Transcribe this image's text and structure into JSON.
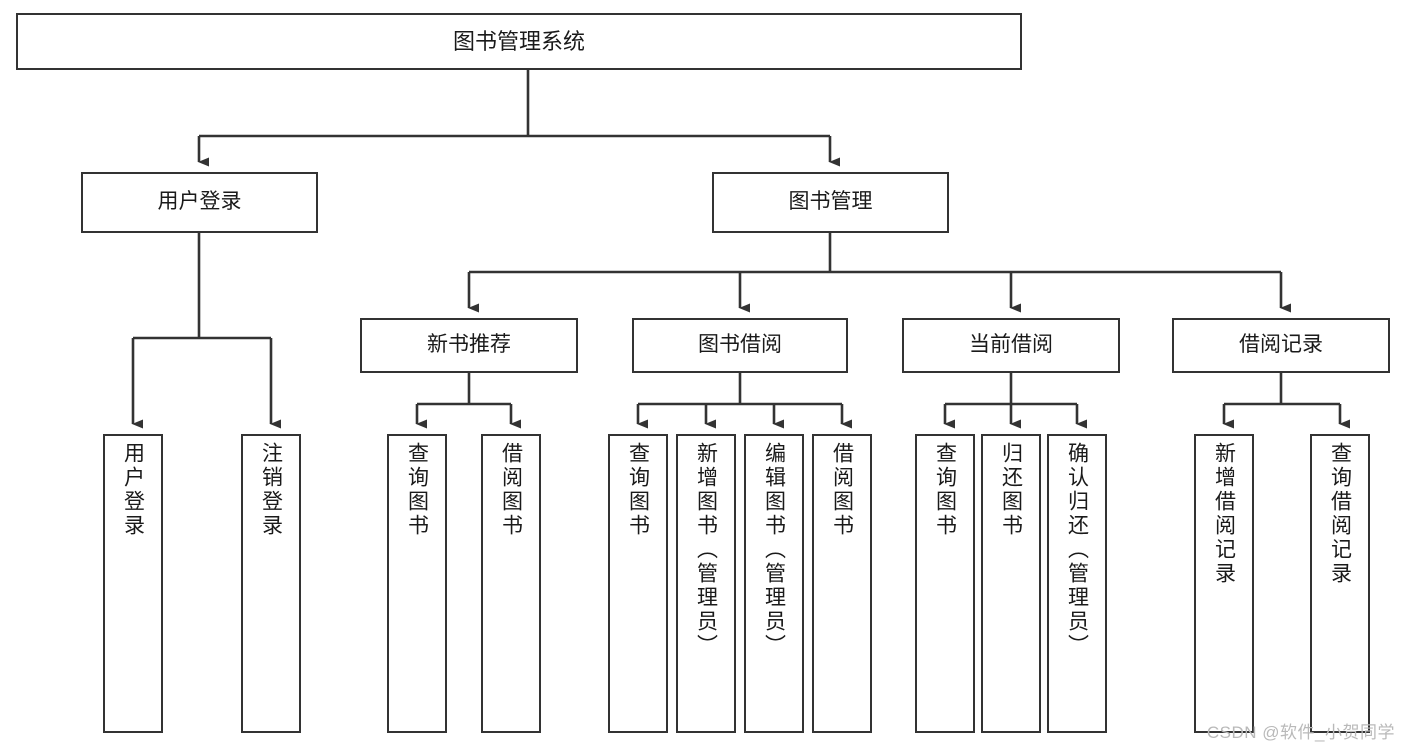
{
  "diagram": {
    "title": "图书管理系统",
    "type": "tree-hierarchy-chart",
    "root": {
      "label": "图书管理系统"
    },
    "level1": [
      {
        "label": "用户登录"
      },
      {
        "label": "图书管理"
      }
    ],
    "level2": [
      {
        "label": "新书推荐"
      },
      {
        "label": "图书借阅"
      },
      {
        "label": "当前借阅"
      },
      {
        "label": "借阅记录"
      }
    ],
    "leaves": {
      "user_login": [
        {
          "label": "用户登录"
        },
        {
          "label": "注销登录"
        }
      ],
      "new_book_recommend": [
        {
          "label": "查询图书"
        },
        {
          "label": "借阅图书"
        }
      ],
      "book_borrow": [
        {
          "label": "查询图书"
        },
        {
          "label": "新增图书（管理员）"
        },
        {
          "label": "编辑图书（管理员）"
        },
        {
          "label": "借阅图书"
        }
      ],
      "current_borrow": [
        {
          "label": "查询图书"
        },
        {
          "label": "归还图书"
        },
        {
          "label": "确认归还（管理员）"
        }
      ],
      "borrow_record": [
        {
          "label": "新增借阅记录"
        },
        {
          "label": "查询借阅记录"
        }
      ]
    }
  },
  "watermark": {
    "text": "CSDN @软件_小贺同学"
  },
  "colors": {
    "background": "#ffffff",
    "box_border": "#333333",
    "box_fill": "#ffffff",
    "text": "#1a1a1a",
    "connector": "#333333",
    "watermark": "#b9b9b9"
  }
}
